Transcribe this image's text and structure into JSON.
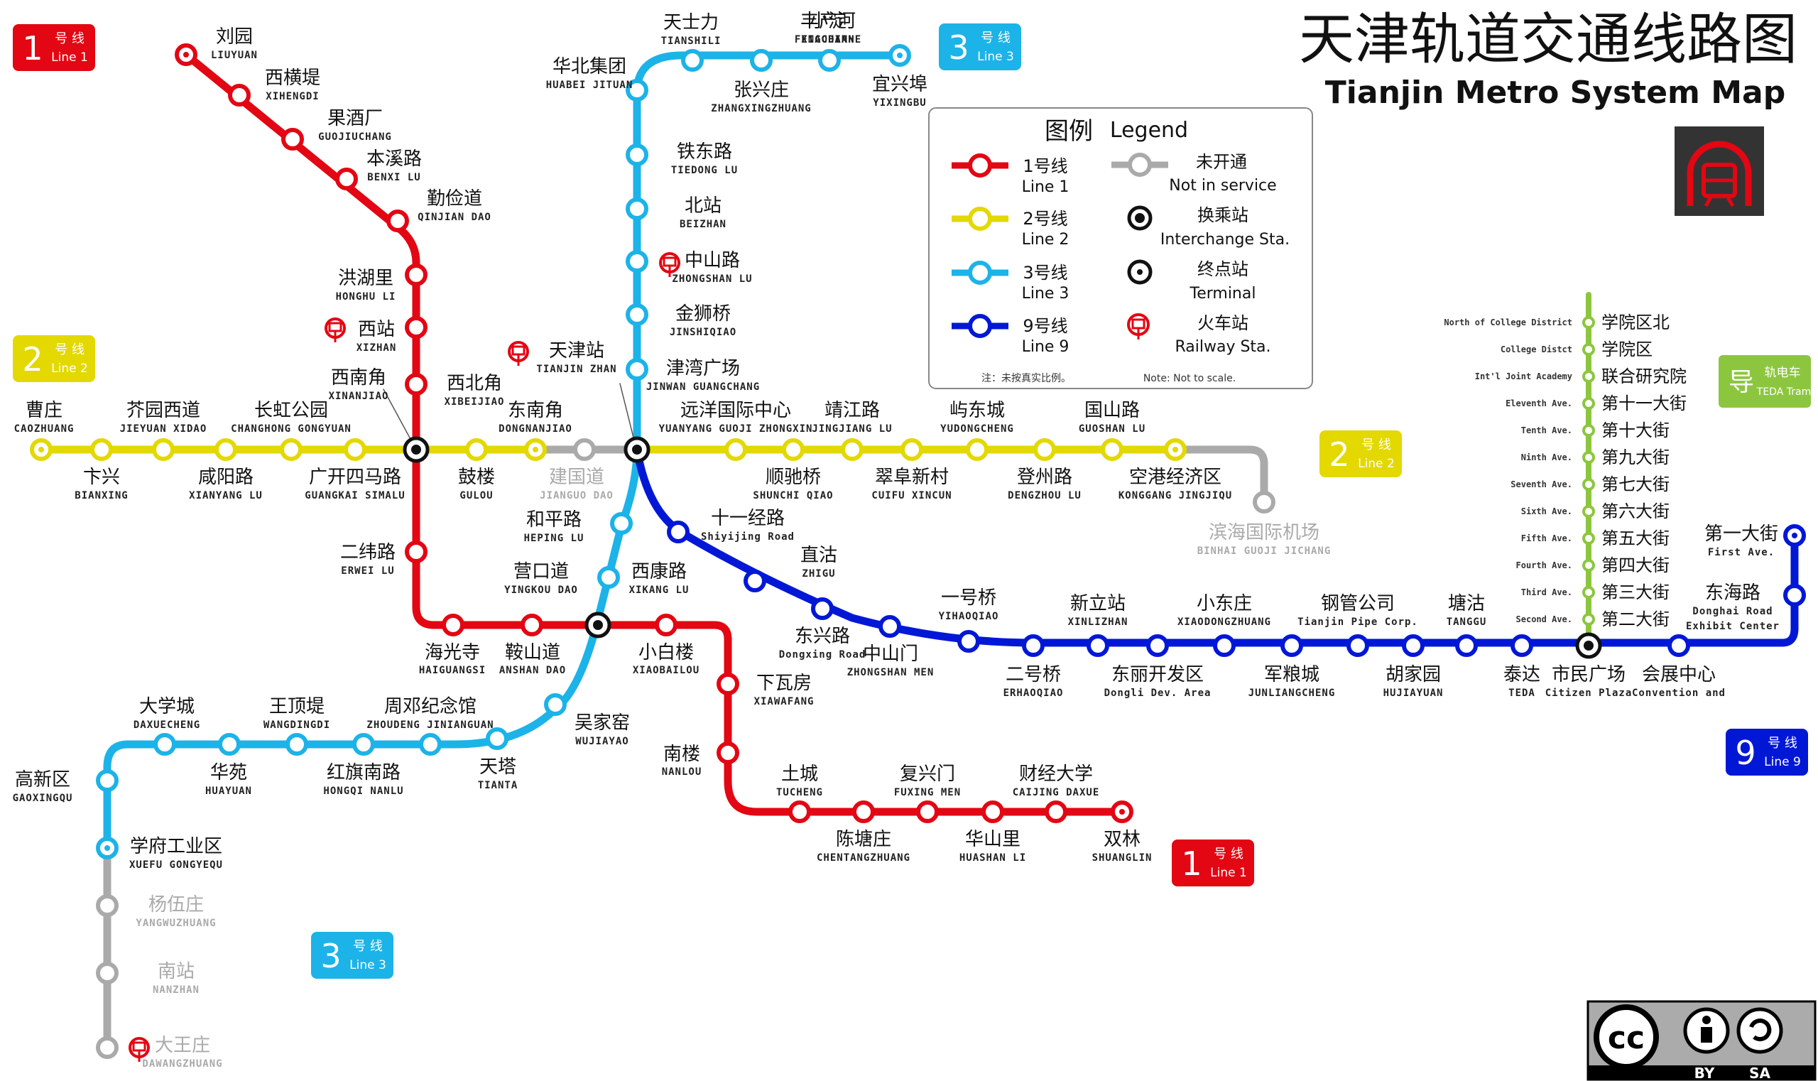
{
  "title": {
    "cn": "天津轨道交通线路图",
    "en": "Tianjin Metro System Map"
  },
  "colors": {
    "line1": "#e30613",
    "line2": "#e3d800",
    "line3": "#1cb3e8",
    "line9": "#0018d6",
    "tram": "#8cc63f",
    "not_in_service": "#aaaaaa"
  },
  "icons": {
    "metro_logo": "metro-train-logo-icon",
    "railway": "railway-station-icon",
    "interchange": "interchange-station-icon",
    "terminal": "terminal-station-icon"
  },
  "legend": {
    "title_cn": "图例",
    "title_en": "Legend",
    "line1_cn": "1号线",
    "line1_en": "Line 1",
    "line2_cn": "2号线",
    "line2_en": "Line 2",
    "line3_cn": "3号线",
    "line3_en": "Line 3",
    "line9_cn": "9号线",
    "line9_en": "Line 9",
    "nis_cn": "未开通",
    "nis_en": "Not in service",
    "interchange_cn": "换乘站",
    "interchange_en": "Interchange Sta.",
    "terminal_cn": "终点站",
    "terminal_en": "Terminal",
    "railway_cn": "火车站",
    "railway_en": "Railway Sta.",
    "note_cn": "注：未按真实比例。",
    "note_en": "Note: Not to scale."
  },
  "badges": {
    "hao": "号",
    "xian": "线",
    "tram_cn": "导",
    "tram_small": "轨电车",
    "tram_en": "TEDA Tram"
  },
  "line_badges": [
    {
      "num": "1",
      "en": "Line 1",
      "color": "#e30613"
    },
    {
      "num": "1",
      "en": "Line 1",
      "color": "#e30613"
    },
    {
      "num": "2",
      "en": "Line 2",
      "color": "#e3d800"
    },
    {
      "num": "2",
      "en": "Line 2",
      "color": "#e3d800"
    },
    {
      "num": "3",
      "en": "Line 3",
      "color": "#1cb3e8"
    },
    {
      "num": "3",
      "en": "Line 3",
      "color": "#1cb3e8"
    },
    {
      "num": "9",
      "en": "Line 9",
      "color": "#0018d6"
    }
  ],
  "license": {
    "cc": "cc",
    "by": "BY",
    "sa": "SA"
  },
  "stations": [
    {
      "cn": "刘园",
      "en": "LIUYUAN"
    },
    {
      "cn": "西横堤",
      "en": "XIHENGDI"
    },
    {
      "cn": "果酒厂",
      "en": "GUOJIUCHANG"
    },
    {
      "cn": "本溪路",
      "en": "BENXI LU"
    },
    {
      "cn": "勤俭道",
      "en": "QINJIAN DAO"
    },
    {
      "cn": "洪湖里",
      "en": "HONGHU LI"
    },
    {
      "cn": "西站",
      "en": "XIZHAN"
    },
    {
      "cn": "西北角",
      "en": "XIBEIJIAO"
    },
    {
      "cn": "西南角",
      "en": "XINANJIAO"
    },
    {
      "cn": "二纬路",
      "en": "ERWEI LU"
    },
    {
      "cn": "海光寺",
      "en": "HAIGUANGSI"
    },
    {
      "cn": "鞍山道",
      "en": "ANSHAN DAO"
    },
    {
      "cn": "营口道",
      "en": "YINGKOU DAO"
    },
    {
      "cn": "小白楼",
      "en": "XIAOBAILOU"
    },
    {
      "cn": "下瓦房",
      "en": "XIAWAFANG"
    },
    {
      "cn": "南楼",
      "en": "NANLOU"
    },
    {
      "cn": "土城",
      "en": "TUCHENG"
    },
    {
      "cn": "陈塘庄",
      "en": "CHENTANGZHUANG"
    },
    {
      "cn": "复兴门",
      "en": "FUXING MEN"
    },
    {
      "cn": "华山里",
      "en": "HUASHAN LI"
    },
    {
      "cn": "财经大学",
      "en": "CAIJING DAXUE"
    },
    {
      "cn": "双林",
      "en": "SHUANGLIN"
    },
    {
      "cn": "曹庄",
      "en": "CAOZHUANG"
    },
    {
      "cn": "卞兴",
      "en": "BIANXING"
    },
    {
      "cn": "芥园西道",
      "en": "JIEYUAN XIDAO"
    },
    {
      "cn": "咸阳路",
      "en": "XIANYANG LU"
    },
    {
      "cn": "长虹公园",
      "en": "CHANGHONG GONGYUAN"
    },
    {
      "cn": "广开四马路",
      "en": "GUANGKAI SIMALU"
    },
    {
      "cn": "鼓楼",
      "en": "GULOU"
    },
    {
      "cn": "东南角",
      "en": "DONGNANJIAO"
    },
    {
      "cn": "建国道",
      "en": "JIANGUO DAO"
    },
    {
      "cn": "天津站",
      "en": "TIANJIN ZHAN"
    },
    {
      "cn": "远洋国际中心",
      "en": "YUANYANG GUOJI ZHONGXIN"
    },
    {
      "cn": "顺驰桥",
      "en": "SHUNCHI QIAO"
    },
    {
      "cn": "靖江路",
      "en": "JINGJIANG LU"
    },
    {
      "cn": "翠阜新村",
      "en": "CUIFU XINCUN"
    },
    {
      "cn": "屿东城",
      "en": "YUDONGCHENG"
    },
    {
      "cn": "登州路",
      "en": "DENGZHOU LU"
    },
    {
      "cn": "国山路",
      "en": "GUOSHAN LU"
    },
    {
      "cn": "空港经济区",
      "en": "KONGGANG JINGJIQU"
    },
    {
      "cn": "滨海国际机场",
      "en": "BINHAI GUOJI JICHANG"
    },
    {
      "cn": "天士力",
      "en": "TIANSHILI"
    },
    {
      "cn": "丰产河",
      "en": "FENGCHANHE"
    },
    {
      "cn": "小淀",
      "en": "XIAODIAN"
    },
    {
      "cn": "宜兴埠",
      "en": "YIXINGBU"
    },
    {
      "cn": "华北集团",
      "en": "HUABEI JITUAN"
    },
    {
      "cn": "张兴庄",
      "en": "ZHANGXINGZHUANG"
    },
    {
      "cn": "铁东路",
      "en": "TIEDONG LU"
    },
    {
      "cn": "北站",
      "en": "BEIZHAN"
    },
    {
      "cn": "中山路",
      "en": "ZHONGSHAN LU"
    },
    {
      "cn": "金狮桥",
      "en": "JINSHIQIAO"
    },
    {
      "cn": "津湾广场",
      "en": "JINWAN GUANGCHANG"
    },
    {
      "cn": "和平路",
      "en": "HEPING LU"
    },
    {
      "cn": "西康路",
      "en": "XIKANG LU"
    },
    {
      "cn": "吴家窑",
      "en": "WUJIAYAO"
    },
    {
      "cn": "天塔",
      "en": "TIANTA"
    },
    {
      "cn": "周邓纪念馆",
      "en": "ZHOUDENG JINIANGUAN"
    },
    {
      "cn": "红旗南路",
      "en": "HONGQI NANLU"
    },
    {
      "cn": "王顶堤",
      "en": "WANGDINGDI"
    },
    {
      "cn": "华苑",
      "en": "HUAYUAN"
    },
    {
      "cn": "大学城",
      "en": "DAXUECHENG"
    },
    {
      "cn": "高新区",
      "en": "GAOXINGQU"
    },
    {
      "cn": "学府工业区",
      "en": "XUEFU GONGYEQU"
    },
    {
      "cn": "杨伍庄",
      "en": "YANGWUZHUANG"
    },
    {
      "cn": "南站",
      "en": "NANZHAN"
    },
    {
      "cn": "大王庄",
      "en": "DAWANGZHUANG"
    },
    {
      "cn": "十一经路",
      "en": "Shiyijing Road"
    },
    {
      "cn": "直沽",
      "en": "ZHIGU"
    },
    {
      "cn": "东兴路",
      "en": "Dongxing Road"
    },
    {
      "cn": "中山门",
      "en": "ZHONGSHAN MEN"
    },
    {
      "cn": "一号桥",
      "en": "YIHAOQIAO"
    },
    {
      "cn": "二号桥",
      "en": "ERHAOQIAO"
    },
    {
      "cn": "新立站",
      "en": "XINLIZHAN"
    },
    {
      "cn": "东丽开发区",
      "en": "Dongli Dev. Area"
    },
    {
      "cn": "小东庄",
      "en": "XIAODONGZHUANG"
    },
    {
      "cn": "军粮城",
      "en": "JUNLIANGCHENG"
    },
    {
      "cn": "钢管公司",
      "en": "Tianjin Pipe Corp."
    },
    {
      "cn": "胡家园",
      "en": "HUJIAYUAN"
    },
    {
      "cn": "塘沽",
      "en": "TANGGU"
    },
    {
      "cn": "泰达",
      "en": "TEDA"
    },
    {
      "cn": "市民广场",
      "en": "Citizen Plaza"
    },
    {
      "cn": "会展中心",
      "en": "Convention and"
    },
    {
      "cn": "东海路",
      "en": "Donghai Road"
    },
    {
      "cn": "第一大街",
      "en": "First Ave."
    },
    {
      "cn": "第二大街",
      "en": "Second Ave."
    },
    {
      "cn": "第三大街",
      "en": "Third Ave."
    },
    {
      "cn": "第四大街",
      "en": "Fourth Ave."
    },
    {
      "cn": "第五大街",
      "en": "Fifth Ave."
    },
    {
      "cn": "第六大街",
      "en": "Sixth Ave."
    },
    {
      "cn": "第七大街",
      "en": "Seventh Ave."
    },
    {
      "cn": "第九大街",
      "en": "Ninth Ave."
    },
    {
      "cn": "第十大街",
      "en": "Tenth Ave."
    },
    {
      "cn": "第十一大街",
      "en": "Eleventh Ave."
    },
    {
      "cn": "联合研究院",
      "en": "Int'l Joint Academy"
    },
    {
      "cn": "学院区",
      "en": "College Distct"
    },
    {
      "cn": "学院区北",
      "en": "North of College District"
    }
  ],
  "exhibit_center_en2": "Exhibit Center"
}
